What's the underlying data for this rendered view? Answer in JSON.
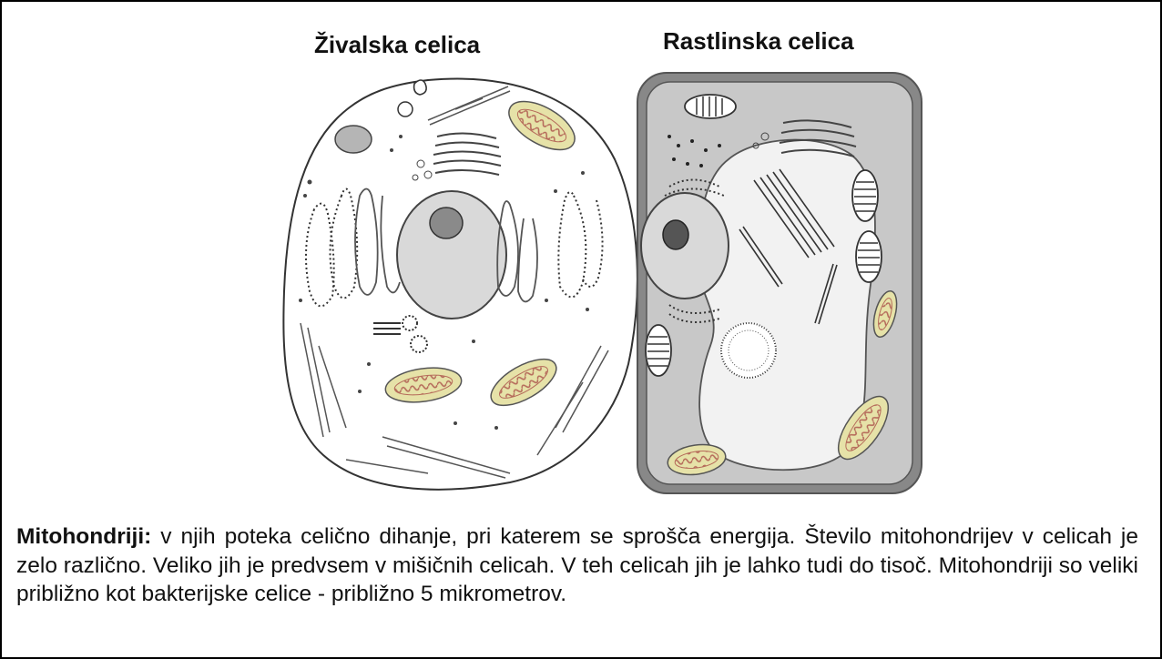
{
  "titles": {
    "animal": "Živalska celica",
    "plant": "Rastlinska celica"
  },
  "caption": {
    "term": "Mitohondriji:",
    "text": " v njih poteka celično dihanje, pri katerem se sprošča energija. Število mitohondrijev v celicah je zelo različno. Veliko jih je predvsem v mišičnih celicah. V teh celicah jih je lahko tudi do tisoč. Mitohondriji so veliki približno kot bakterijske celice - približno 5 mikrometrov."
  },
  "colors": {
    "mitochondrion_outer": "#e6e2a8",
    "mitochondrion_inner": "#d9a090",
    "plant_cytoplasm": "#c8c8c8",
    "plant_wall": "#888888",
    "nucleus": "#d9d9d9",
    "nucleolus": "#8a8a8a"
  }
}
